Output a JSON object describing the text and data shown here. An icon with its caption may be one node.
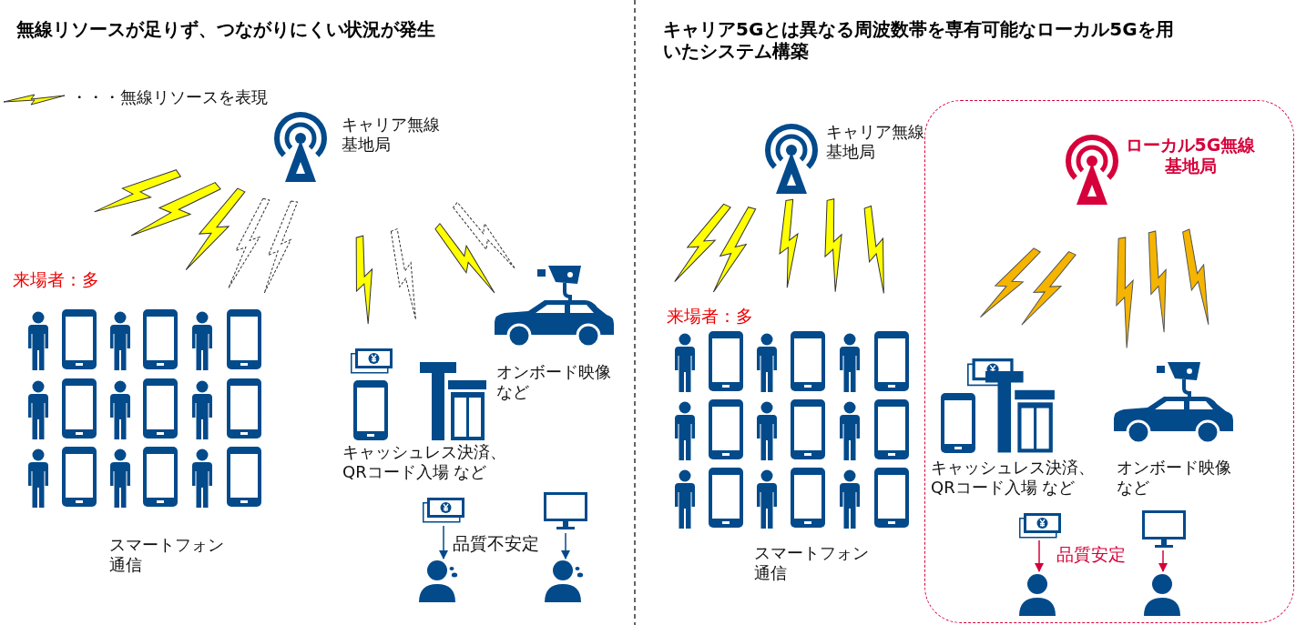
{
  "diagram": {
    "nodes": [
      {
        "text": [],
        "shape": "picture"
      },
      {
        "text": [],
        "shape": "picture"
      },
      {
        "text": [],
        "shape": "picture"
      },
      {
        "text": [],
        "shape": "picture"
      },
      {
        "text": [],
        "shape": "box"
      },
      {
        "text": [],
        "shape": "picture",
        "in": 4
      },
      {
        "text": [],
        "shape": "picture",
        "in": 4
      },
      {
        "text": [],
        "shape": "picture",
        "in": 4
      },
      {
        "text": [],
        "shape": "picture",
        "in": 4
      }
    ],
    "edges": [
      {
        "from": 0,
        "to": 2,
        "arrow": "to"
      },
      {
        "from": 1,
        "to": 3,
        "arrow": "to"
      },
      {
        "from": 5,
        "to": 7,
        "arrow": "to",
        "color": "#d6003a"
      },
      {
        "from": 6,
        "to": 8,
        "arrow": "to",
        "color": "#d6003a"
      }
    ],
    "labels": [
      "無線リソースが足りず、つながりにくい状況が発生",
      "キャリア無線基地局",
      "来場者：多",
      "オンボード映像など",
      "キャッシュレス決済、QRコード入場 など",
      "スマートフォン通信",
      "品質不安定",
      "キャリア5Gとは異なる周波数帯を専有可能なローカル5Gを用いたシステム構築",
      "キャリア無線基地局",
      "ローカル5G無線基地局",
      "来場者：多",
      "キャッシュレス決済、QRコード入場 など",
      "オンボード映像など",
      "スマートフォン通信",
      "品質安定"
    ],
    "legend": [
      {
        "text": "・・・無線リソースを表現"
      }
    ]
  }
}
